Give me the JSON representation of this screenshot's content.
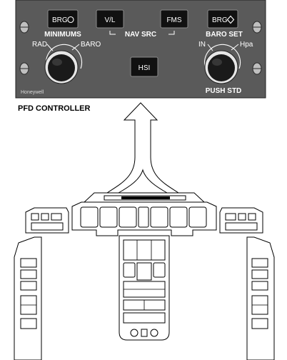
{
  "controller": {
    "brg_left_label": "BRG",
    "vl_label": "V/L",
    "fms_label": "FMS",
    "brg_right_label": "BRG",
    "hsi_label": "HSI",
    "minimums_label": "MINIMUMS",
    "nav_src_label": "NAV SRC",
    "baro_set_label": "BARO SET",
    "rad_label": "RAD",
    "baro_label": "BARO",
    "in_label": "IN",
    "hpa_label": "Hpa",
    "push_std_label": "PUSH STD",
    "brand": "Honeywell"
  },
  "caption": "PFD CONTROLLER",
  "colors": {
    "panel": "#5a5a5a",
    "button": "#111111",
    "knob": "#1a1a1a",
    "screw": "#bfbfbf"
  }
}
